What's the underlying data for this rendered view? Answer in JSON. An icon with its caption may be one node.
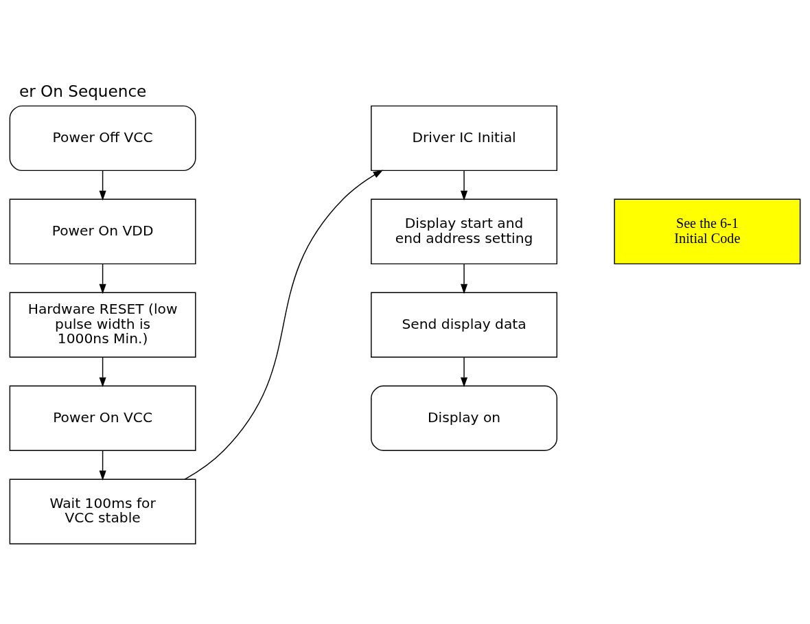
{
  "diagram": {
    "title": "er On Sequence",
    "nodes": [
      {
        "text": [
          "Power Off VCC"
        ]
      },
      {
        "text": [
          "Power On VDD"
        ]
      },
      {
        "text": [
          "Hardware RESET (low pulse width is 1000ns Min.)"
        ]
      },
      {
        "text": [
          "Power On VCC"
        ]
      },
      {
        "text": [
          "Wait 100ms for VCC stable"
        ]
      },
      {
        "text": [
          "Driver IC Initial"
        ]
      },
      {
        "text": [
          "Display start and end address setting"
        ]
      },
      {
        "text": [
          "Send display data"
        ]
      },
      {
        "text": [
          "Display on"
        ]
      },
      {
        "text": [
          "See the 6-1 Initial Code"
        ]
      }
    ],
    "edges": [
      {
        "from": 0,
        "to": 1,
        "arrow": "to"
      },
      {
        "from": 1,
        "to": 2,
        "arrow": "to"
      },
      {
        "from": 2,
        "to": 3,
        "arrow": "to"
      },
      {
        "from": 3,
        "to": 4,
        "arrow": "to"
      },
      {
        "from": 4,
        "to": 5,
        "arrow": "to"
      },
      {
        "from": 5,
        "to": 6,
        "arrow": "to"
      },
      {
        "from": 6,
        "to": 7,
        "arrow": "to"
      },
      {
        "from": 7,
        "to": 8,
        "arrow": "to"
      }
    ]
  }
}
